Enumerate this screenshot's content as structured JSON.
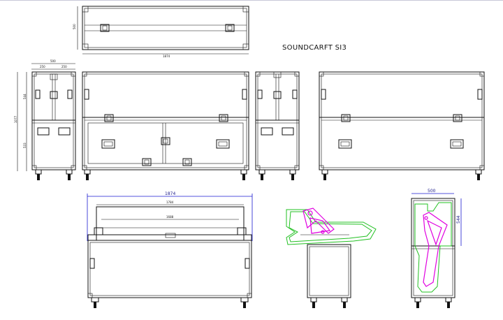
{
  "title": "SOUNDCARFT SI3",
  "dims": {
    "top_width": "1874",
    "top_depth": "500",
    "side_top_width": "500",
    "side_left_seg": "250",
    "side_right_seg": "250",
    "side_total_height": "1077",
    "side_upper_height": "544",
    "side_lower_height": "533",
    "bottom_width": "1874",
    "bottom_inner_1": "1784",
    "bottom_inner_2": "1688",
    "right_width": "500",
    "right_height": "544"
  },
  "colors": {
    "line": "#111111",
    "dimension": "#1a1ad0",
    "mixer_outline": "#22c022",
    "stand_outline": "#e000e0"
  }
}
